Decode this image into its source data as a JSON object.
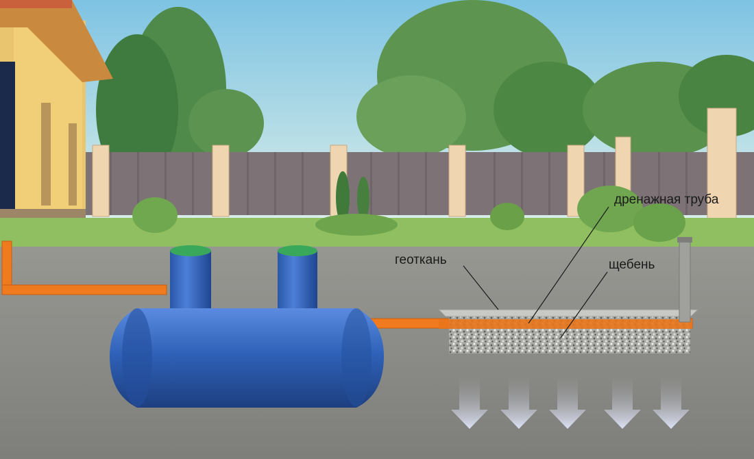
{
  "labels": {
    "drainage_pipe": "дренажная труба",
    "geotextile": "геоткань",
    "crushed_stone": "щебень"
  },
  "colors": {
    "tank": "#2f62b8",
    "tank_lid": "#3aa85a",
    "pipe": "#f07a1e",
    "soil": "#868683",
    "sky": "#bfe0ee",
    "fence": "#7f7478",
    "arrow": "#cfd4ee"
  },
  "icons": {
    "house": "house-illustration",
    "tank": "septic-tank",
    "arrows": "down-arrow-icon"
  },
  "arrow_count": 5
}
